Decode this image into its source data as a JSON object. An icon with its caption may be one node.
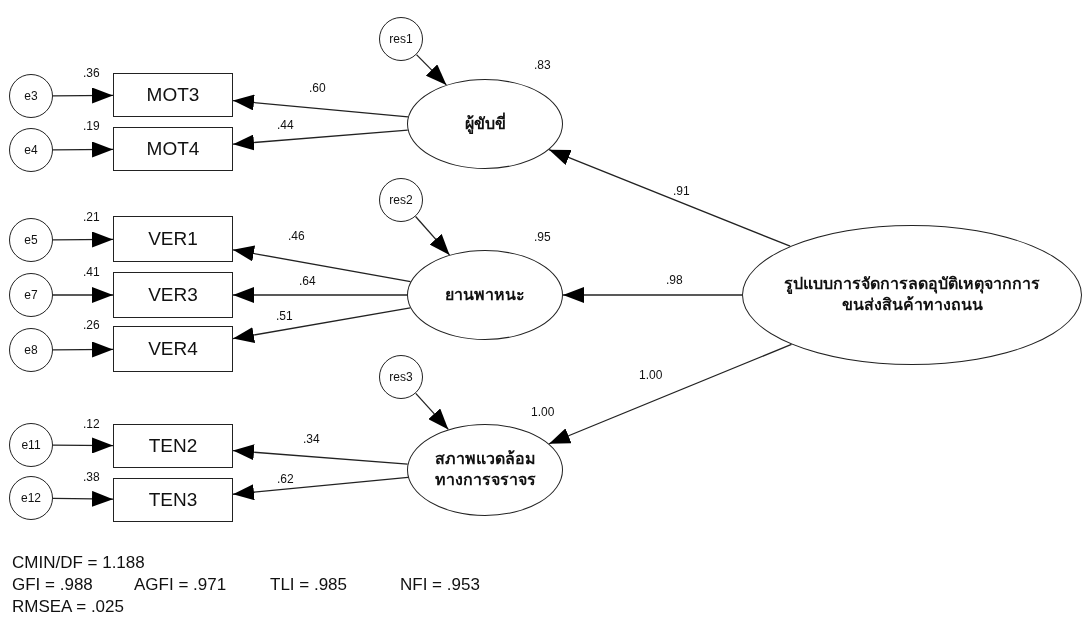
{
  "diagram": {
    "nodes": [
      {
        "text": [
          "res1"
        ]
      },
      {
        "text": [
          "e3"
        ]
      },
      {
        "text": [
          "MOT3"
        ],
        "beside": [
          ".36"
        ]
      },
      {
        "text": [
          "e4"
        ]
      },
      {
        "text": [
          "MOT4"
        ],
        "beside": [
          ".19"
        ]
      },
      {
        "text": [
          "ผู้ขับขี่"
        ],
        "beside": [
          ".83"
        ]
      },
      {
        "text": [
          "res2"
        ]
      },
      {
        "text": [
          "e5"
        ]
      },
      {
        "text": [
          "VER1"
        ],
        "beside": [
          ".21"
        ]
      },
      {
        "text": [
          "e7"
        ]
      },
      {
        "text": [
          "VER3"
        ],
        "beside": [
          ".41"
        ]
      },
      {
        "text": [
          "e8"
        ]
      },
      {
        "text": [
          "VER4"
        ],
        "beside": [
          ".26"
        ]
      },
      {
        "text": [
          "ยานพาหนะ"
        ],
        "beside": [
          ".95"
        ]
      },
      {
        "text": [
          "res3"
        ]
      },
      {
        "text": [
          "e11"
        ]
      },
      {
        "text": [
          "TEN2"
        ],
        "beside": [
          ".12"
        ]
      },
      {
        "text": [
          "e12"
        ]
      },
      {
        "text": [
          "TEN3"
        ],
        "beside": [
          ".38"
        ]
      },
      {
        "text": [
          "สภาพแวดล้อมทางการจราจร"
        ],
        "beside": [
          "1.00"
        ]
      },
      {
        "text": [
          "รูปแบบการจัดการลดอุบัติเหตุจากการขนส่งสินค้าทางถนน"
        ]
      }
    ],
    "edges": [
      {
        "from": 1,
        "to": 2,
        "arrow": "to"
      },
      {
        "from": 3,
        "to": 4,
        "arrow": "to"
      },
      {
        "from": 0,
        "to": 5,
        "arrow": "to"
      },
      {
        "from": 5,
        "to": 2,
        "arrow": "to",
        "label": ".60"
      },
      {
        "from": 5,
        "to": 4,
        "arrow": "to",
        "label": ".44"
      },
      {
        "from": 7,
        "to": 8,
        "arrow": "to"
      },
      {
        "from": 9,
        "to": 10,
        "arrow": "to"
      },
      {
        "from": 11,
        "to": 12,
        "arrow": "to"
      },
      {
        "from": 6,
        "to": 13,
        "arrow": "to"
      },
      {
        "from": 13,
        "to": 8,
        "arrow": "to",
        "label": ".46"
      },
      {
        "from": 13,
        "to": 10,
        "arrow": "to",
        "label": ".64"
      },
      {
        "from": 13,
        "to": 12,
        "arrow": "to",
        "label": ".51"
      },
      {
        "from": 15,
        "to": 16,
        "arrow": "to"
      },
      {
        "from": 17,
        "to": 18,
        "arrow": "to"
      },
      {
        "from": 14,
        "to": 19,
        "arrow": "to"
      },
      {
        "from": 19,
        "to": 16,
        "arrow": "to",
        "label": ".34"
      },
      {
        "from": 19,
        "to": 18,
        "arrow": "to",
        "label": ".62"
      },
      {
        "from": 20,
        "to": 5,
        "arrow": "to",
        "label": ".91"
      },
      {
        "from": 20,
        "to": 13,
        "arrow": "to",
        "label": ".98"
      },
      {
        "from": 20,
        "to": 19,
        "arrow": "to",
        "label": "1.00"
      }
    ],
    "labels": [
      "CMIN/DF = 1.188",
      "GFI = .988",
      "AGFI = .971",
      "TLI = .985",
      "NFI = .953",
      "RMSEA = .025"
    ]
  }
}
